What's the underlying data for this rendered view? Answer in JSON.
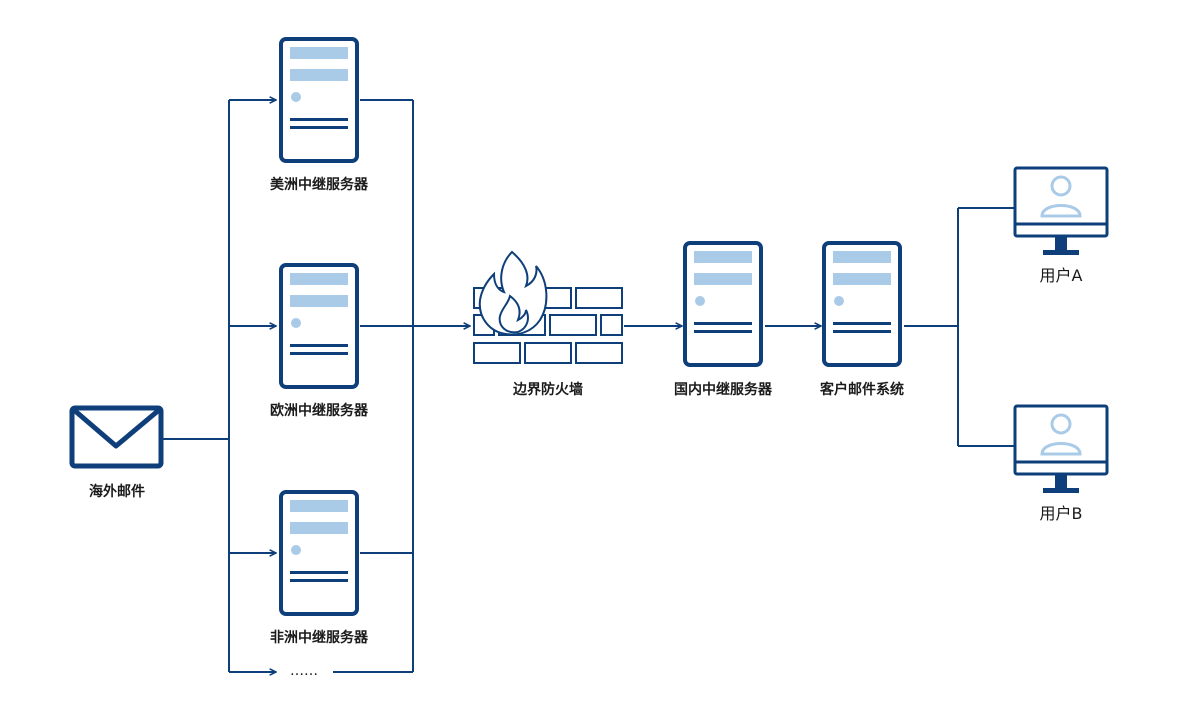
{
  "nodes": {
    "overseas_mail": {
      "label": "海外邮件",
      "icon": "envelope-icon"
    },
    "relay_america": {
      "label": "美洲中继服务器",
      "icon": "server-icon"
    },
    "relay_europe": {
      "label": "欧洲中继服务器",
      "icon": "server-icon"
    },
    "relay_africa": {
      "label": "非洲中继服务器",
      "icon": "server-icon"
    },
    "relay_more": {
      "label": "……"
    },
    "firewall": {
      "label": "边界防火墙",
      "icon": "firewall-icon"
    },
    "domestic_relay": {
      "label": "国内中继服务器",
      "icon": "server-icon"
    },
    "customer_mail": {
      "label": "客户邮件系统",
      "icon": "server-icon"
    },
    "user_a": {
      "label": "用户A",
      "icon": "monitor-user-icon"
    },
    "user_b": {
      "label": "用户B",
      "icon": "monitor-user-icon"
    }
  },
  "colors": {
    "primary": "#0e3f7a",
    "accent": "#a9cbe8"
  }
}
